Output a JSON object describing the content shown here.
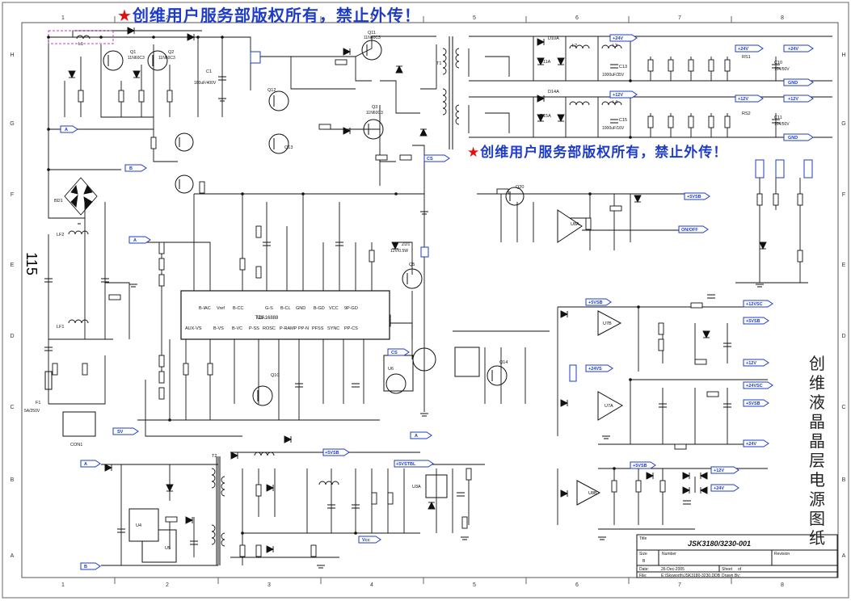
{
  "banner": {
    "top_text": "创维用户服务部版权所有，禁止外传！",
    "mid_text": "创维用户服务部版权所有，禁止外传！"
  },
  "vertical_title": "创维液晶晶层电源图纸",
  "side_number": "115",
  "grid": {
    "columns": [
      "1",
      "2",
      "3",
      "4",
      "5",
      "6",
      "7",
      "8"
    ],
    "rows": [
      "H",
      "G",
      "F",
      "E",
      "D",
      "C",
      "B",
      "A"
    ]
  },
  "title_block": {
    "title_label": "Title",
    "title": "JSK3180/3230-001",
    "size_label": "Size",
    "size": "B",
    "number_label": "Number",
    "revision_label": "Revision",
    "date_label": "Date:",
    "date": "26-Dec-2005",
    "sheet_label": "Sheet",
    "sheet_of": "of",
    "file_label": "File:",
    "file": "E:\\Skyworth\\JSK3180-3230.DDB",
    "drawn_label": "Drawn By:"
  },
  "net_labels": {
    "plus24v": "+24V",
    "plus12v": "+12V",
    "gnd": "GND",
    "plus5vsb": "+5VSB",
    "on_off": "ON/OFF",
    "plus12vsc": "+12VSC",
    "vcc": "Vcc",
    "cs": "CS",
    "b": "B",
    "a": "A",
    "sv": "SV",
    "plus24vsc": "+24VSC",
    "plus5vstbl": "+5VSTBL",
    "plus24vs": "+24VS"
  },
  "ic_u1": {
    "name": "U1",
    "part": "TDA16888",
    "top_pins": [
      "B-IAC",
      "Vref",
      "B-CC",
      "G-S",
      "B-CL",
      "GND",
      "B-GD",
      "VCC",
      "9P-GD"
    ],
    "bottom_pins": [
      "AUX-VS",
      "B-VS",
      "B-VC",
      "P-SS",
      "ROSC",
      "P-RAMP",
      "PP-N",
      "PFSS",
      "SYNC",
      "PP-CS"
    ]
  },
  "components": {
    "q1": "Q1",
    "q1_part": "11N60C3",
    "q2": "Q2",
    "q2_part": "11N60C3",
    "q11": "Q11",
    "q11_part": "11N60C3",
    "q3": "Q3",
    "q3_part": "11N60C3",
    "q12": "Q12",
    "q13": "Q13",
    "t1": "T1",
    "t2": "T2",
    "l1": "L1",
    "lf1": "LF1",
    "lf2": "LF2",
    "bd1": "BD1",
    "f1": "F1",
    "f1_val": "5A/250V",
    "con1": "CON1",
    "d10a": "D10A",
    "d11a": "D11A",
    "d14a": "D14A",
    "d15a": "D15A",
    "u8a": "U8A",
    "u7a": "U7A",
    "u7b": "U7B",
    "u8b": "U8B",
    "u3a": "U3A",
    "u4": "U4",
    "u5": "U5",
    "u6": "U6",
    "c1": "C1",
    "c1_val": "180uF/400V",
    "c13": "C13",
    "c13_val": "1000uF/35V",
    "c15": "C15",
    "c15_val": "1000uF/16V",
    "c10": "C10",
    "c11": "C11",
    "c10_val": "104/50V",
    "l2": "L2",
    "l3": "L3",
    "l4": "L4",
    "rs1": "RS1",
    "rs2": "RS2",
    "zd1": "ZD1",
    "zd1_val": "12V/0.5W",
    "q5": "Q5",
    "q10": "Q10",
    "q14": "Q14",
    "q20": "Q20"
  }
}
